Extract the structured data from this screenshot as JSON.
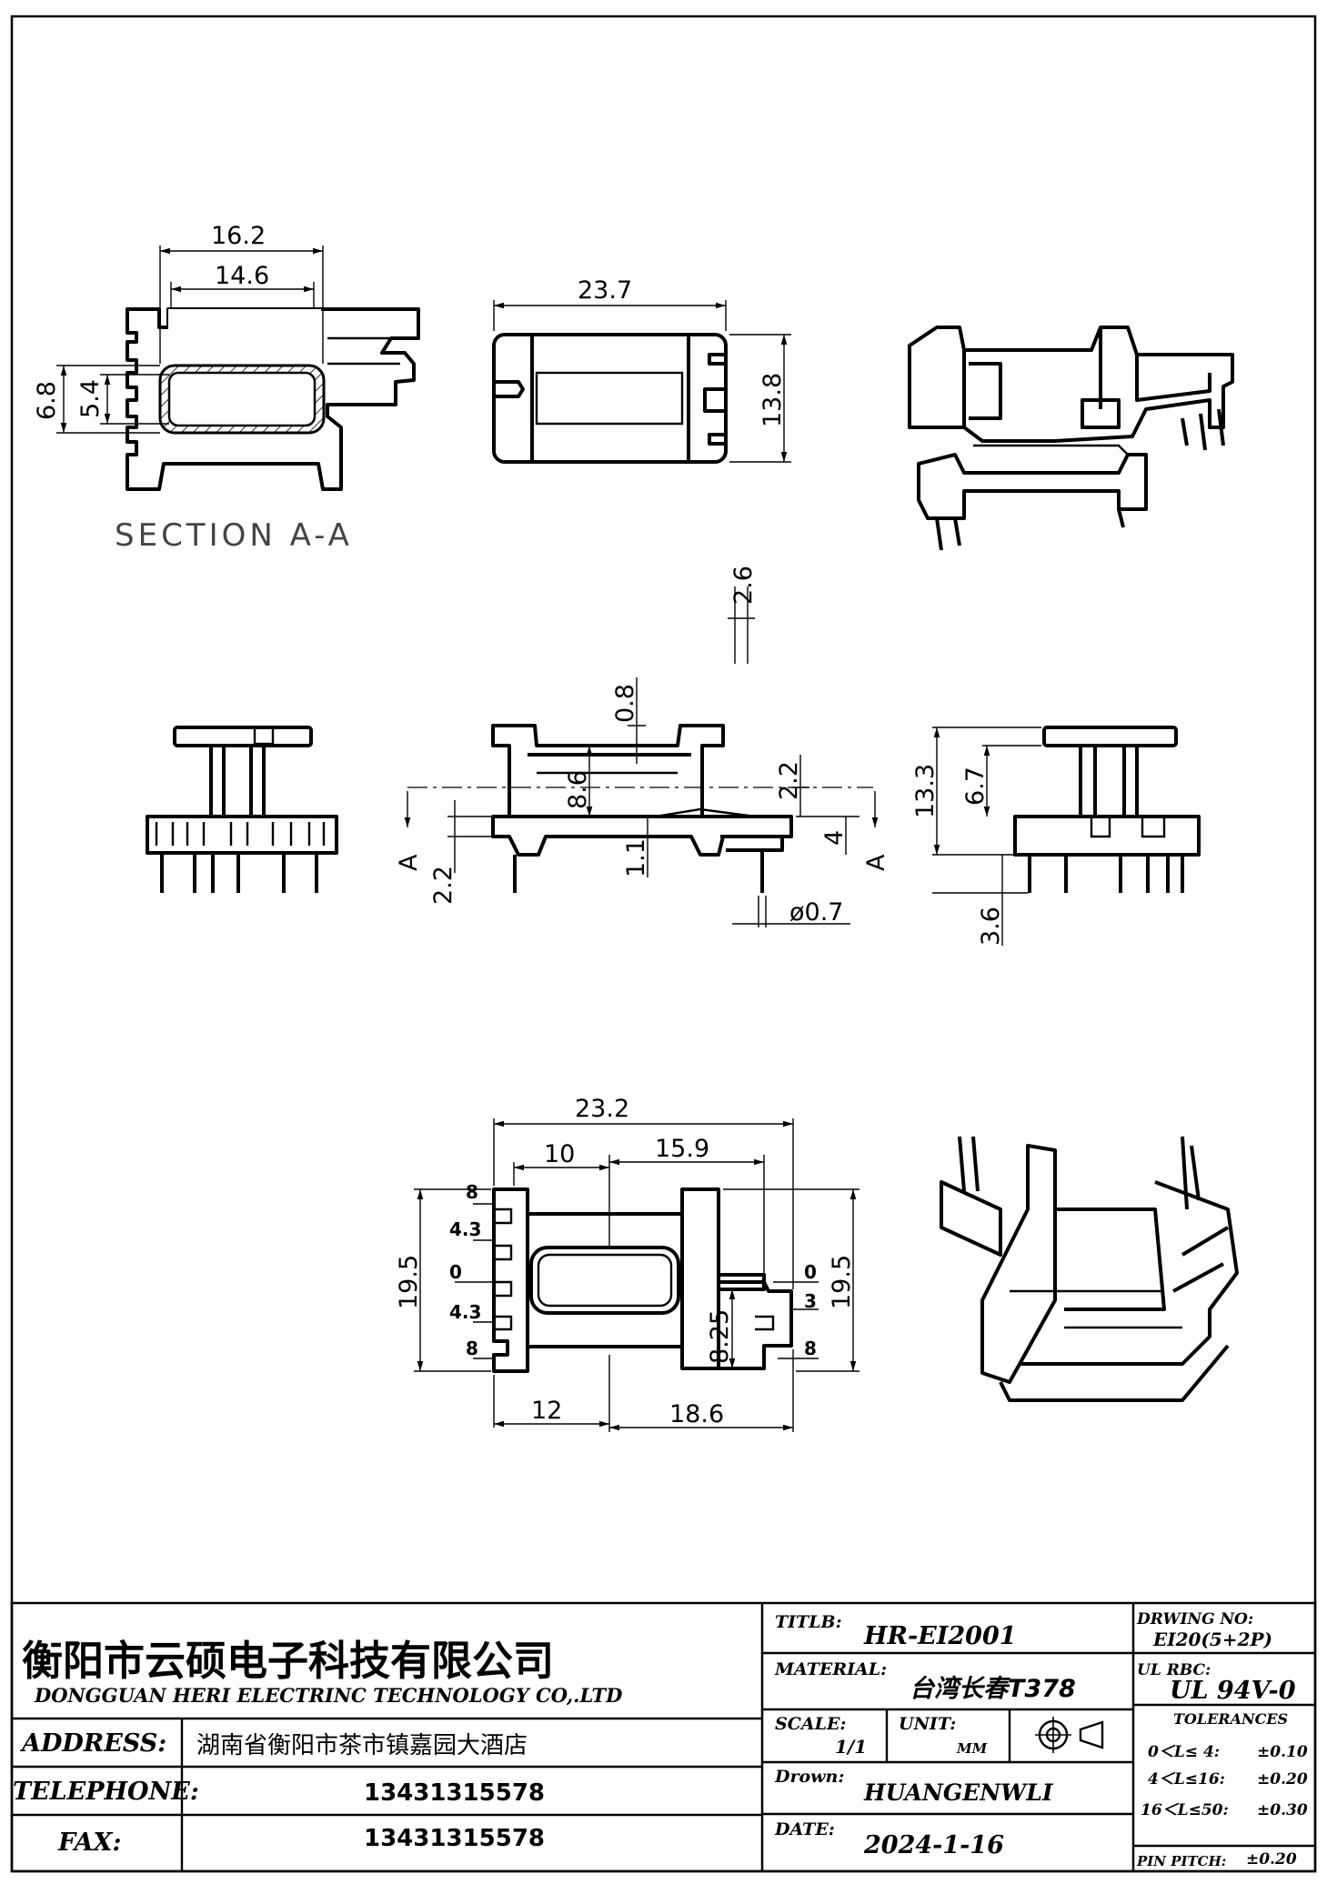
{
  "views": {
    "section": {
      "label": "SECTION A-A",
      "dims": {
        "width_outer": "16.2",
        "width_inner": "14.6",
        "height_outer": "6.8",
        "height_inner": "5.4"
      }
    },
    "top": {
      "dims": {
        "length": "23.7",
        "height": "13.8"
      }
    },
    "front": {
      "section_marker_left": "A",
      "section_marker_right": "A",
      "dims": {
        "d_2_6": "2.6",
        "d_0_8": "0.8",
        "d_8_6": "8.6",
        "d_2_2_top": "2.2",
        "d_4": "4",
        "d_2_2_left": "2.2",
        "d_1_1": "1.1",
        "pin_dia": "ø0.7"
      }
    },
    "side": {
      "dims": {
        "d_13_3": "13.3",
        "d_6_7": "6.7",
        "d_3_6": "3.6"
      }
    },
    "bottom": {
      "dims": {
        "overall": "23.2",
        "left_part": "10",
        "right_part": "15.9",
        "height_left": "19.5",
        "height_right": "19.5",
        "bottom_left": "12",
        "bottom_right": "18.6",
        "inner": "8.25"
      },
      "pin_offsets_left": [
        "8",
        "4.3",
        "0",
        "4.3",
        "8"
      ],
      "pin_offsets_right": [
        "0",
        "3",
        "8"
      ]
    }
  },
  "title_block": {
    "company_cn": "衡阳市云硕电子科技有限公司",
    "company_en": "DONGGUAN HERI ELECTRINC TECHNOLOGY CO,.LTD",
    "address_label": "ADDRESS:",
    "address_value": "湖南省衡阳市茶市镇嘉园大酒店",
    "telephone_label": "TELEPHONE:",
    "telephone_value": "13431315578",
    "fax_label": "FAX:",
    "fax_value": "13431315578",
    "title_label": "TITLB:",
    "title_value": "HR-EI2001",
    "material_label": "MATERIAL:",
    "material_value": "台湾长春T378",
    "scale_label": "SCALE:",
    "scale_value": "1/1",
    "unit_label": "UNIT:",
    "unit_value": "MM",
    "drawn_label": "Drown:",
    "drawn_value": "HUANGENWLI",
    "date_label": "DATE:",
    "date_value": "2024-1-16",
    "drawing_no_label": "DRWING NO:",
    "drawing_no_value": "EI20(5+2P)",
    "ul_label": "UL RBC:",
    "ul_value": "UL 94V-0",
    "tolerances_label": "TOLERANCES",
    "tolerances": [
      {
        "range": "0＜L≤ 4:",
        "value": "±0.10"
      },
      {
        "range": "4＜L≤16:",
        "value": "±0.20"
      },
      {
        "range": "16＜L≤50:",
        "value": "±0.30"
      }
    ],
    "pin_pitch_label": "PIN PITCH:",
    "pin_pitch_value": "±0.20"
  }
}
